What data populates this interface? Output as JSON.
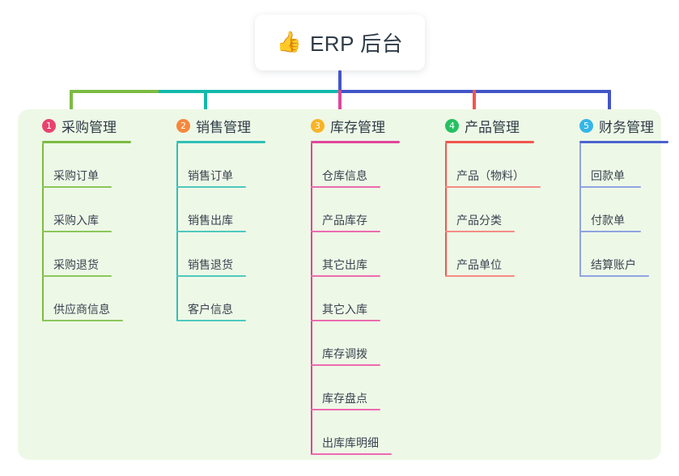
{
  "root": {
    "icon": "thumbs-up-icon",
    "icon_glyph": "👍",
    "title": "ERP 后台"
  },
  "palette": {
    "page_background": "#ffffff",
    "panel_background": "#eef8e7",
    "root_text": "#2f3b47",
    "leaf_text": "#3a4450"
  },
  "connectors": {
    "trunk_color": "#4255c7",
    "segments": [
      {
        "name": "bar-green",
        "color": "#7cbb42"
      },
      {
        "name": "bar-teal",
        "color": "#13b9ab"
      },
      {
        "name": "bar-blue",
        "color": "#4255c7"
      }
    ],
    "drops": [
      {
        "name": "drop-1",
        "color": "#7cbb42"
      },
      {
        "name": "drop-2",
        "color": "#13b9ab"
      },
      {
        "name": "drop-3",
        "color": "#e0459a"
      },
      {
        "name": "drop-4",
        "color": "#f0564f"
      },
      {
        "name": "drop-5",
        "color": "#4255c7"
      }
    ]
  },
  "columns": [
    {
      "index": "1",
      "badge_color": "#e8436f",
      "accent": "#7cbb42",
      "title": "采购管理",
      "items": [
        "采购订单",
        "采购入库",
        "采购退货",
        "供应商信息"
      ]
    },
    {
      "index": "2",
      "badge_color": "#f5883c",
      "accent": "#2fc0b5",
      "title": "销售管理",
      "items": [
        "销售订单",
        "销售出库",
        "销售退货",
        "客户信息"
      ]
    },
    {
      "index": "3",
      "badge_color": "#f8b427",
      "accent": "#e0459a",
      "title": "库存管理",
      "items": [
        "仓库信息",
        "产品库存",
        "其它出库",
        "其它入库",
        "库存调拨",
        "库存盘点",
        "出库库明细"
      ]
    },
    {
      "index": "4",
      "badge_color": "#26c062",
      "accent": "#f0564f",
      "title": "产品管理",
      "items": [
        "产品（物料）",
        "产品分类",
        "产品单位"
      ]
    },
    {
      "index": "5",
      "badge_color": "#35b6e8",
      "accent": "#4a63cf",
      "title": "财务管理",
      "items": [
        "回款单",
        "付款单",
        "结算账户"
      ]
    }
  ]
}
